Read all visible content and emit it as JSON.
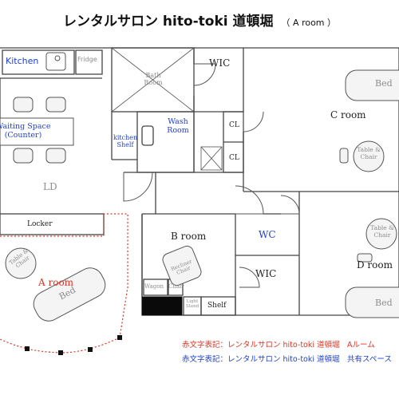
{
  "header": {
    "title": "レンタルサロン hito-toki 道頓堀",
    "subtitle": "（ A room ）"
  },
  "rooms": {
    "kitchen": "Kitchen",
    "fridge": "Fridge",
    "bath_room": "Bath Room",
    "wic_top": "WIC",
    "c_room": "C room",
    "bed_c": "Bed",
    "table_chair_c": "Table & Chair",
    "waiting_space": "Waiting Space (Counter)",
    "kitchen_shelf": "kitchen Shelf",
    "wash_room": "Wash Room",
    "cl_upper": "CL",
    "cl_lower": "CL",
    "ld": "LD",
    "locker": "Locker",
    "b_room": "B room",
    "wc": "WC",
    "wic_mid": "WIC",
    "recliner_chair": "Recliner Chair",
    "table_chair_d": "Table & Chair",
    "d_room": "D room",
    "bed_d": "Bed",
    "a_room": "A room",
    "table_chair_a": "Table & Chair",
    "bed_a": "Bed",
    "wagon": "Wagon",
    "chair": "Chair",
    "light_stand": "Light Stand",
    "shelf": "Shelf"
  },
  "legend": [
    {
      "text": "赤文字表記：レンタルサロン hito-toki 道頓堀　Aルーム",
      "color": "#e53222"
    },
    {
      "text": "赤文字表記：レンタルサロン hito-toki 道頓堀　共有スペース",
      "color": "#1f3fd6"
    }
  ],
  "colors": {
    "wall": "#444444",
    "dotted_boundary": "#e53222",
    "label_blue": "#1f3fd6",
    "label_red": "#e53222",
    "furniture_fill": "#eeeeee"
  }
}
